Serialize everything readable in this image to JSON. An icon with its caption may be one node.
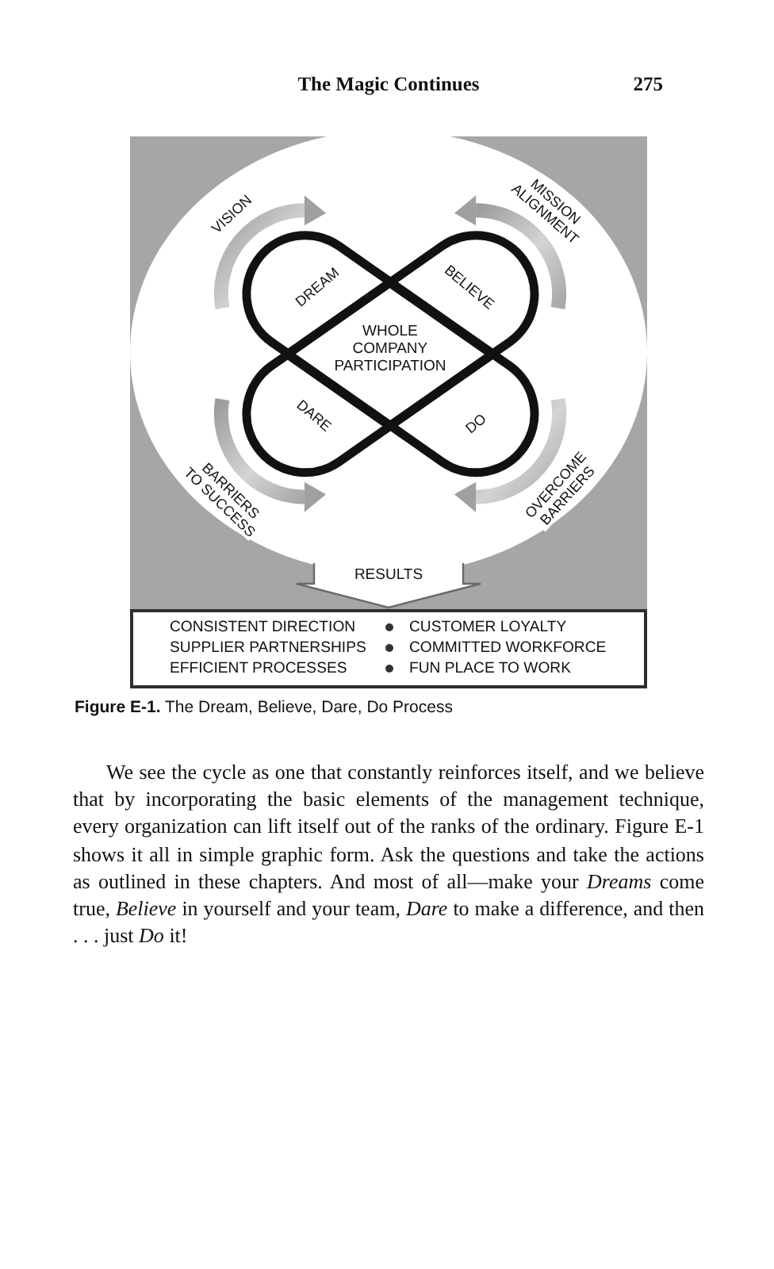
{
  "diagram": {
    "caption": "**Figure E-1.** The Dream, Believe, Dare, Do Process",
    "nodes": [
      {
        "text": [],
        "shape": "circle"
      },
      {
        "text": [
          "DREAM"
        ],
        "in": 0
      },
      {
        "text": [
          "BELIEVE"
        ],
        "in": 0
      },
      {
        "text": [
          "WHOLE COMPANY PARTICIPATION"
        ],
        "in": 0
      },
      {
        "text": [
          "DARE"
        ],
        "in": 0
      },
      {
        "text": [
          "DO"
        ],
        "in": 0
      },
      {
        "text": [
          "CONSISTENT DIRECTION",
          "CUSTOMER LOYALTY",
          "SUPPLIER PARTNERSHIPS",
          "COMMITTED WORKFORCE",
          "EFFICIENT PROCESSES",
          "FUN PLACE TO WORK"
        ]
      }
    ],
    "edges": [
      {
        "from": 1,
        "to": 1,
        "arrow": "to",
        "label": "VISION",
        "style": "thick"
      },
      {
        "from": 2,
        "to": 2,
        "arrow": "to",
        "label": "MISSION ALIGNMENT",
        "style": "thick"
      },
      {
        "from": 4,
        "to": 4,
        "arrow": "to",
        "label": "BARRIERS TO SUCCESS",
        "style": "thick"
      },
      {
        "from": 5,
        "to": 5,
        "arrow": "to",
        "label": "OVERCOME BARRIERS",
        "style": "thick"
      },
      {
        "from": 0,
        "to": 6,
        "arrow": "to",
        "label": "RESULTS",
        "style": "thick"
      }
    ],
    "labels": [
      "The Magic Continues",
      "275",
      "We see the cycle as one that constantly reinforces itself, and we believe that by incorporating the basic elements of the management technique, every organization can lift itself out of the ranks of the ordinary. Figure E-1 shows it all in simple graphic form. Ask the questions and take the actions as outlined in these chapters. And most of all—make your *Dreams* come true, *Believe* in yourself and your team, *Dare* to make a difference, and then . . . just *Do* it!"
    ]
  }
}
